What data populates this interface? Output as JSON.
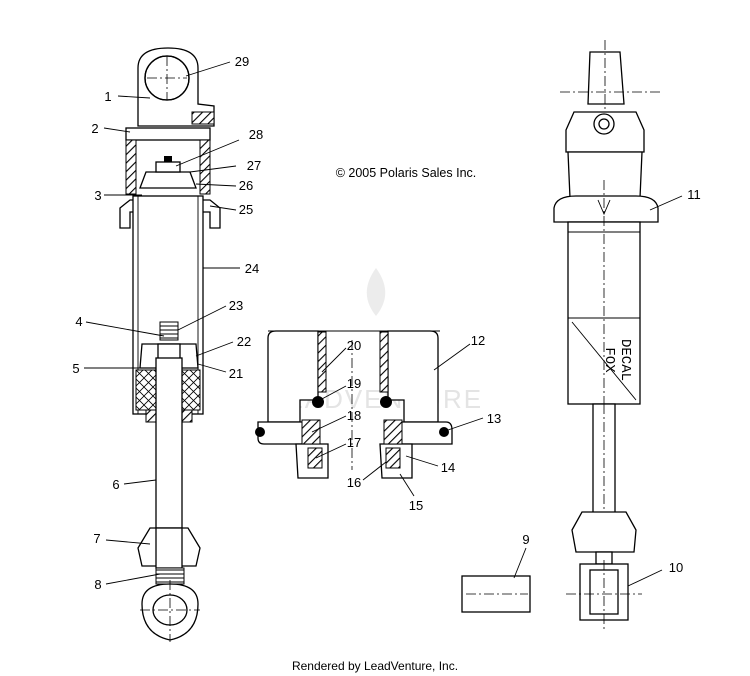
{
  "copyright": "© 2005 Polaris Sales Inc.",
  "footer": "Rendered by LeadVenture, Inc.",
  "watermark": "LEADVENTURE",
  "decal_text": [
    "DECAL",
    "FOX"
  ],
  "callouts": {
    "c1": "1",
    "c2": "2",
    "c3": "3",
    "c4": "4",
    "c5": "5",
    "c6": "6",
    "c7": "7",
    "c8": "8",
    "c9": "9",
    "c10": "10",
    "c11": "11",
    "c12": "12",
    "c13": "13",
    "c14": "14",
    "c15": "15",
    "c16": "16",
    "c17": "17",
    "c18": "18",
    "c19": "19",
    "c20": "20",
    "c21": "21",
    "c22": "22",
    "c23": "23",
    "c24": "24",
    "c25": "25",
    "c26": "26",
    "c27": "27",
    "c28": "28",
    "c29": "29"
  }
}
